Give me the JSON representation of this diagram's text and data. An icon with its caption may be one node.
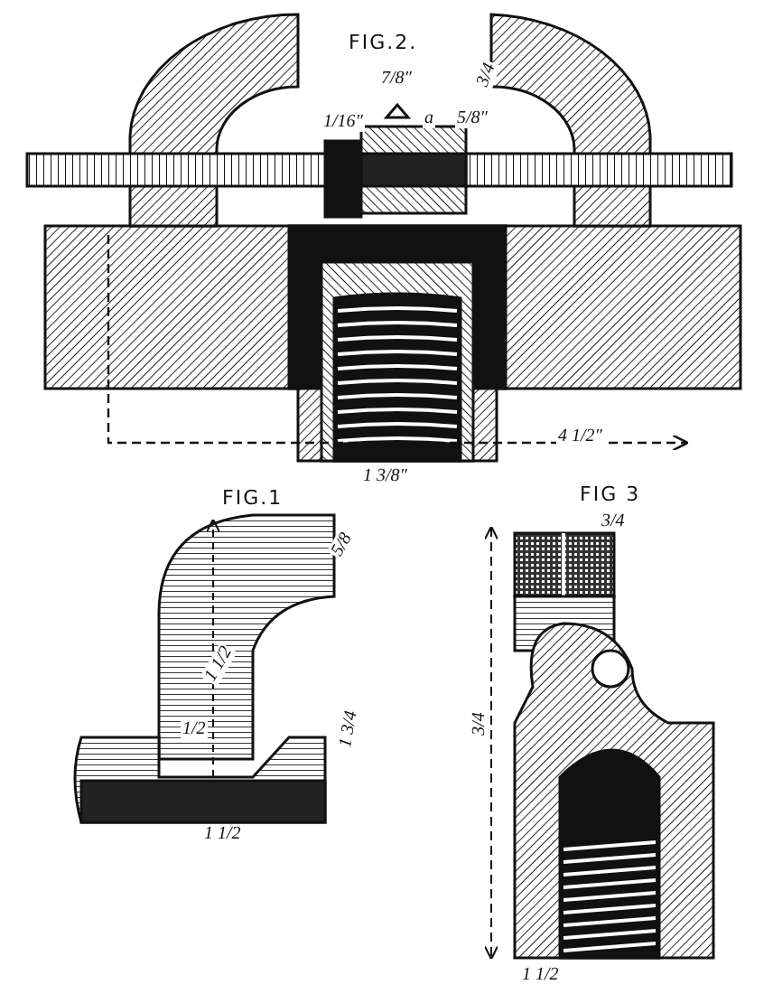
{
  "diagram": {
    "labels": [
      "FIG.2.",
      "1/16″",
      "7/8″",
      "a",
      "5/8″",
      "3/4",
      "1 3/8″",
      "4 1/2″",
      "FIG.1",
      "FIG 3",
      "3/4",
      "5/8",
      "1 1/2",
      "1/2",
      "1 3/4",
      "1 1/2",
      "3/4",
      "1 1/2"
    ]
  }
}
